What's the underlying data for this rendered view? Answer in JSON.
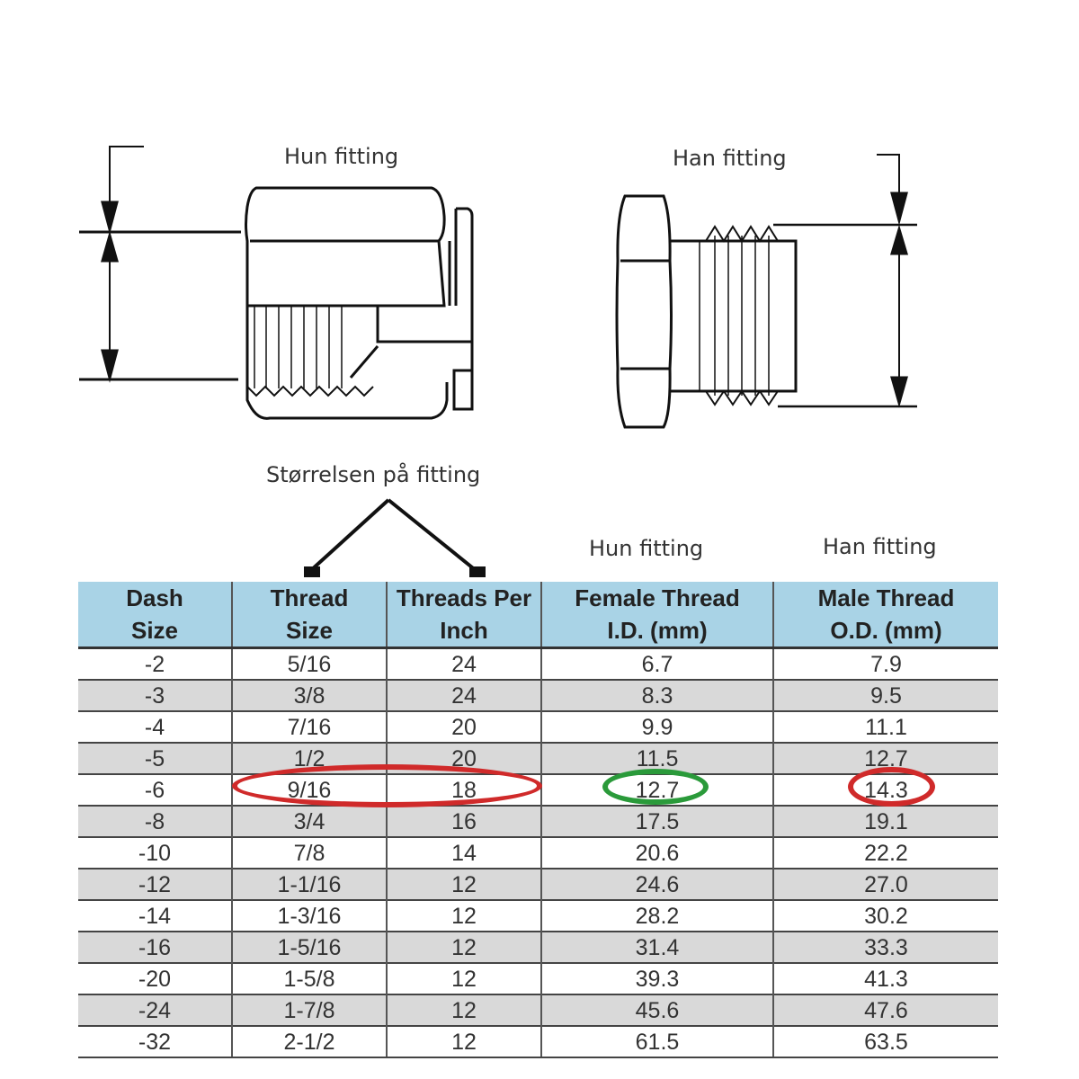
{
  "diagram": {
    "female_label": "Hun fitting",
    "male_label": "Han fitting",
    "size_label": "Størrelsen på fitting",
    "col_female_label": "Hun fitting",
    "col_male_label": "Han fitting"
  },
  "table": {
    "headers": [
      [
        "Dash",
        "Size"
      ],
      [
        "Thread",
        "Size"
      ],
      [
        "Threads Per",
        "Inch"
      ],
      [
        "Female Thread",
        "I.D. (mm)"
      ],
      [
        "Male Thread",
        "O.D. (mm)"
      ]
    ],
    "rows": [
      [
        "-2",
        "5/16",
        "24",
        "6.7",
        "7.9"
      ],
      [
        "-3",
        "3/8",
        "24",
        "8.3",
        "9.5"
      ],
      [
        "-4",
        "7/16",
        "20",
        "9.9",
        "11.1"
      ],
      [
        "-5",
        "1/2",
        "20",
        "11.5",
        "12.7"
      ],
      [
        "-6",
        "9/16",
        "18",
        "12.7",
        "14.3"
      ],
      [
        "-8",
        "3/4",
        "16",
        "17.5",
        "19.1"
      ],
      [
        "-10",
        "7/8",
        "14",
        "20.6",
        "22.2"
      ],
      [
        "-12",
        "1-1/16",
        "12",
        "24.6",
        "27.0"
      ],
      [
        "-14",
        "1-3/16",
        "12",
        "28.2",
        "30.2"
      ],
      [
        "-16",
        "1-5/16",
        "12",
        "31.4",
        "33.3"
      ],
      [
        "-20",
        "1-5/8",
        "12",
        "39.3",
        "41.3"
      ],
      [
        "-24",
        "1-7/8",
        "12",
        "45.6",
        "47.6"
      ],
      [
        "-32",
        "2-1/2",
        "12",
        "61.5",
        "63.5"
      ]
    ]
  },
  "highlights": {
    "thread_row": "-6",
    "red": "#d02a2a",
    "green": "#2a9a3a"
  }
}
